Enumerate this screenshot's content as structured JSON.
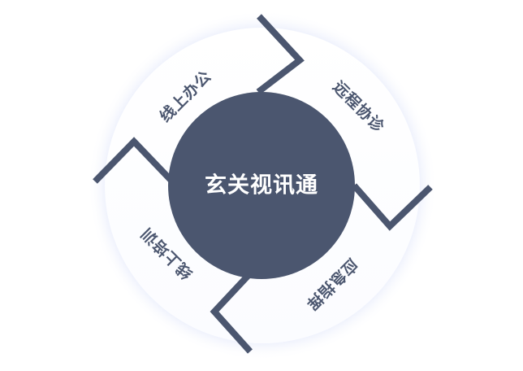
{
  "center": {
    "title": "玄关视讯通"
  },
  "segments": [
    {
      "label": "线上办公"
    },
    {
      "label": "远程协诊"
    },
    {
      "label": "应急指挥"
    },
    {
      "label": "线上培训"
    }
  ],
  "colors": {
    "hub": "#4b566f",
    "arrow": "#4b566f",
    "label": "#4b566f",
    "center_text": "#ffffff",
    "ring": "#ffffff",
    "glow": "#c9d3f6"
  }
}
